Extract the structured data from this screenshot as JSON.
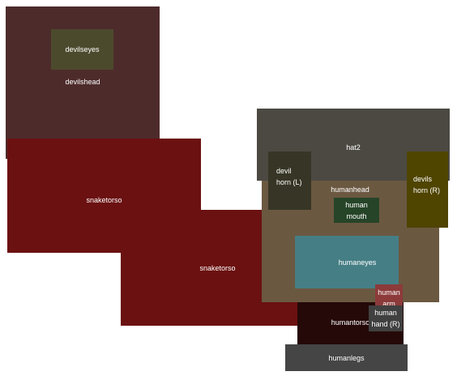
{
  "parts": {
    "devilshead": {
      "label": "devilshead",
      "color": "#4e2b2b"
    },
    "devilseyes": {
      "label": "devilseyes",
      "color": "#4c4a2d"
    },
    "snaketorso_upper": {
      "label": "snaketorso",
      "color": "#6b1111"
    },
    "snaketorso_lower": {
      "label": "snaketorso",
      "color": "#6b1111"
    },
    "hat2": {
      "label": "hat2",
      "color": "#4c4942"
    },
    "humanhead": {
      "label": "humanhead",
      "color": "#6b5841"
    },
    "devil_horn_left": {
      "label": "devil\nhorn (L)",
      "color": "#373626"
    },
    "devils_horn_right": {
      "label": "devils\nhorn (R)",
      "color": "#4f4400"
    },
    "human_mouth": {
      "label": "human\nmouth",
      "color": "#264428"
    },
    "humaneyes": {
      "label": "humaneyes",
      "color": "#467e85"
    },
    "humantorso": {
      "label": "humantorso",
      "color": "#250909"
    },
    "human_arm": {
      "label": "human\narm",
      "color": "#8c3a3a"
    },
    "human_hand_right": {
      "label": "human\nhand (R)",
      "color": "#404040"
    },
    "humanlegs": {
      "label": "humanlegs",
      "color": "#454545"
    }
  }
}
